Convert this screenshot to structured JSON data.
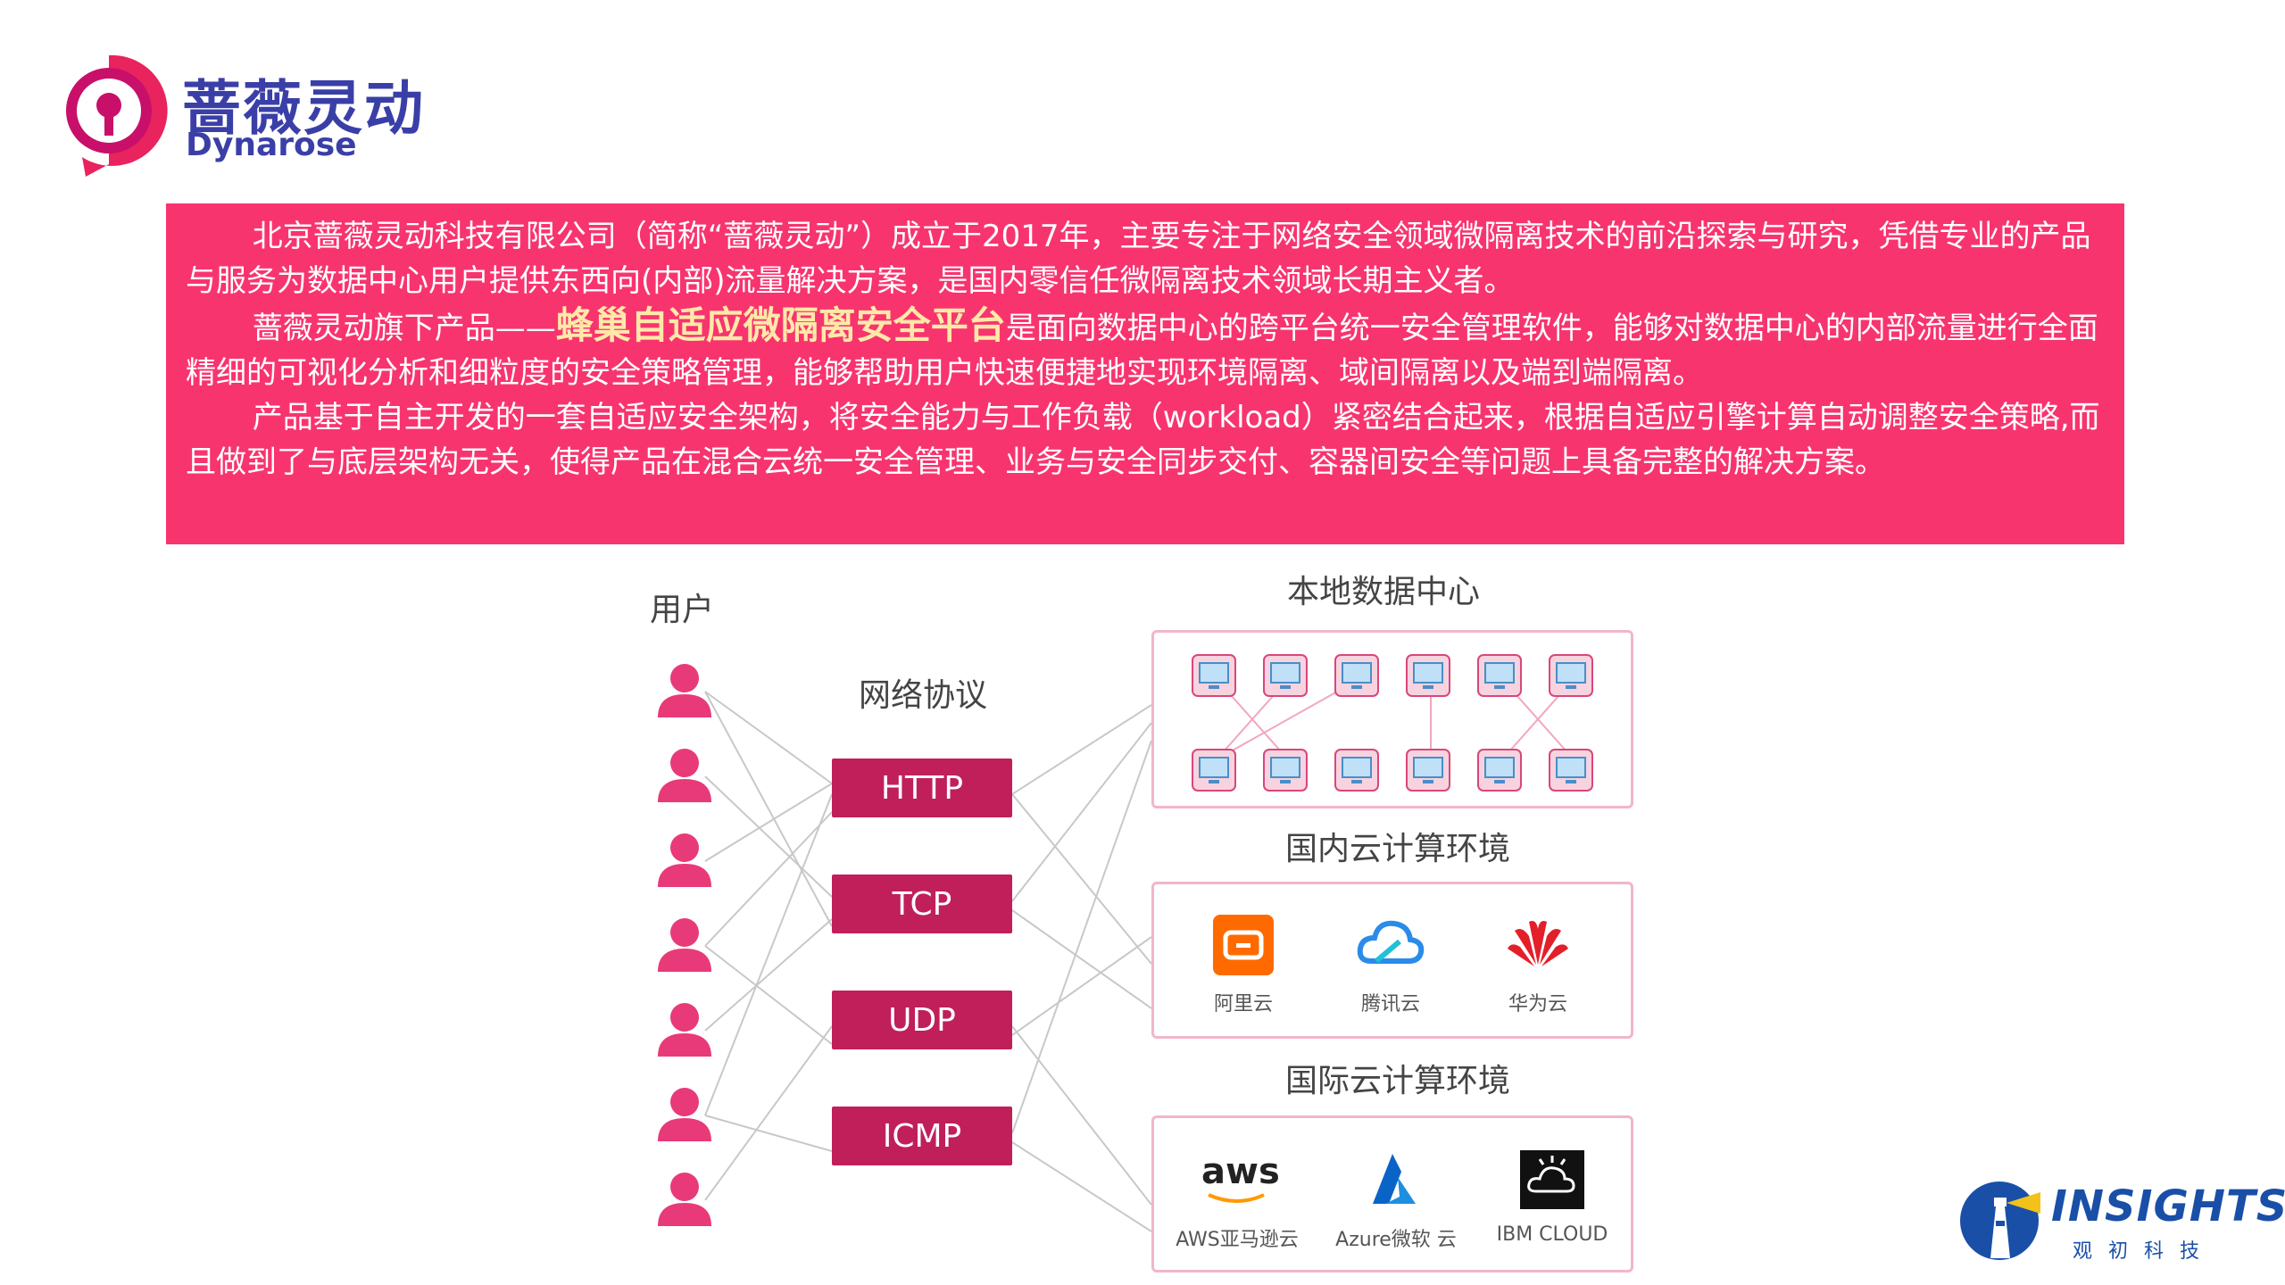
{
  "brand": {
    "name_cn": "蔷薇灵动",
    "name_en": "Dynarose",
    "primary_color": "#3a3fa8",
    "accent_color": "#f8346f"
  },
  "intro": {
    "p1": "北京蔷薇灵动科技有限公司（简称“蔷薇灵动”）成立于2017年，主要专注于网络安全领域微隔离技术的前沿探索与研究，凭借专业的产品与服务为数据中心用户提供东西向(内部)流量解决方案，是国内零信任微隔离技术领域长期主义者。",
    "p2_before": "蔷薇灵动旗下产品——",
    "p2_highlight": "蜂巢自适应微隔离安全平台",
    "p2_after": "是面向数据中心的跨平台统一安全管理软件，能够对数据中心的内部流量进行全面精细的可视化分析和细粒度的安全策略管理，能够帮助用户快速便捷地实现环境隔离、域间隔离以及端到端隔离。",
    "p3": "产品基于自主开发的一套自适应安全架构，将安全能力与工作负载（workload）紧密结合起来，根据自适应引擎计算自动调整安全策略,而且做到了与底层架构无关，使得产品在混合云统一安全管理、业务与安全同步交付、容器间安全等问题上具备完整的解决方案。"
  },
  "diagram": {
    "users_label": "用户",
    "protocols_label": "网络协议",
    "protocols": [
      "HTTP",
      "TCP",
      "UDP",
      "ICMP"
    ],
    "local_dc_label": "本地数据中心",
    "domestic_cloud_label": "国内云计算环境",
    "domestic_clouds": [
      "阿里云",
      "腾讯云",
      "华为云"
    ],
    "intl_cloud_label": "国际云计算环境",
    "intl_clouds": [
      "AWS亚马逊云",
      "Azure微软 云",
      "IBM CLOUD"
    ],
    "aws_logo_text": "aws"
  },
  "corner": {
    "brand": "INSIGHTSEC",
    "sub": "观初科技"
  }
}
